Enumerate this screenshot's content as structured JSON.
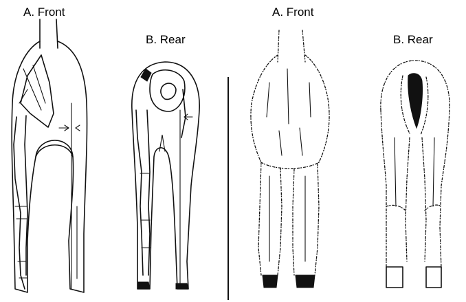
{
  "labels": {
    "skeleton_front": "A. Front",
    "skeleton_rear": "B. Rear",
    "fleece_front": "A. Front",
    "fleece_rear": "B. Rear"
  },
  "colors": {
    "ink": "#111111",
    "background": "#ffffff"
  }
}
